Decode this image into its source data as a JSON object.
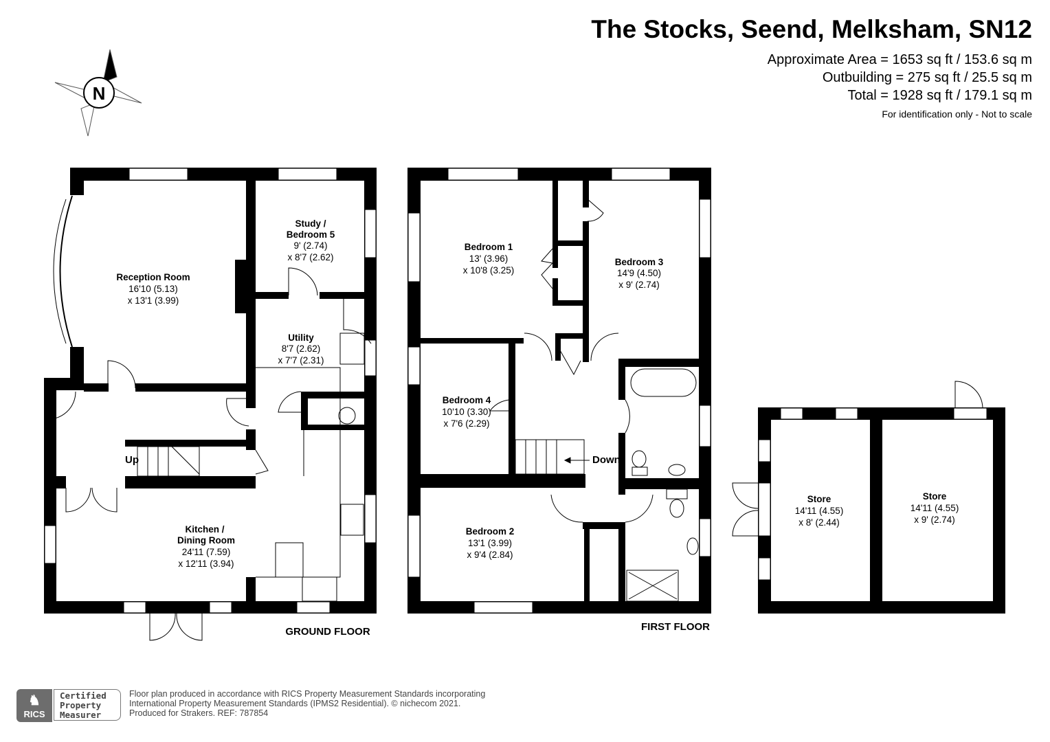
{
  "header": {
    "title": "The Stocks, Seend, Melksham, SN12",
    "approx_area": "Approximate Area = 1653 sq ft / 153.6 sq m",
    "outbuilding": "Outbuilding = 275 sq ft / 25.5 sq m",
    "total": "Total = 1928 sq ft / 179.1 sq m",
    "note": "For identification only - Not to scale"
  },
  "compass": {
    "label": "N"
  },
  "ground_floor": {
    "label": "GROUND FLOOR",
    "rooms": [
      {
        "name": "Reception Room",
        "dim1": "16'10 (5.13)",
        "dim2": "x 13'1 (3.99)"
      },
      {
        "name1": "Study /",
        "name2": "Bedroom 5",
        "dim1": "9' (2.74)",
        "dim2": "x 8'7 (2.62)"
      },
      {
        "name": "Utility",
        "dim1": "8'7 (2.62)",
        "dim2": "x 7'7 (2.31)"
      },
      {
        "name1": "Kitchen /",
        "name2": "Dining Room",
        "dim1": "24'11 (7.59)",
        "dim2": "x 12'11 (3.94)"
      }
    ],
    "stairs": "Up"
  },
  "first_floor": {
    "label": "FIRST FLOOR",
    "rooms": [
      {
        "name": "Bedroom 1",
        "dim1": "13' (3.96)",
        "dim2": "x 10'8 (3.25)"
      },
      {
        "name": "Bedroom 3",
        "dim1": "14'9 (4.50)",
        "dim2": "x 9' (2.74)"
      },
      {
        "name": "Bedroom 4",
        "dim1": "10'10 (3.30)",
        "dim2": "x 7'6 (2.29)"
      },
      {
        "name": "Bedroom 2",
        "dim1": "13'1 (3.99)",
        "dim2": "x 9'4 (2.84)"
      }
    ],
    "stairs": "Down"
  },
  "outbuilding": {
    "rooms": [
      {
        "name": "Store",
        "dim1": "14'11 (4.55)",
        "dim2": "x 8' (2.44)"
      },
      {
        "name": "Store",
        "dim1": "14'11 (4.55)",
        "dim2": "x 9' (2.74)"
      }
    ]
  },
  "footer": {
    "rics_logo": "RICS",
    "cert1": "Certified",
    "cert2": "Property",
    "cert3": "Measurer",
    "line1": "Floor plan produced in accordance with RICS Property Measurement Standards incorporating",
    "line2": "International Property Measurement Standards (IPMS2 Residential).   © nichecom 2021.",
    "line3": "Produced for Strakers.   REF:  787854"
  }
}
